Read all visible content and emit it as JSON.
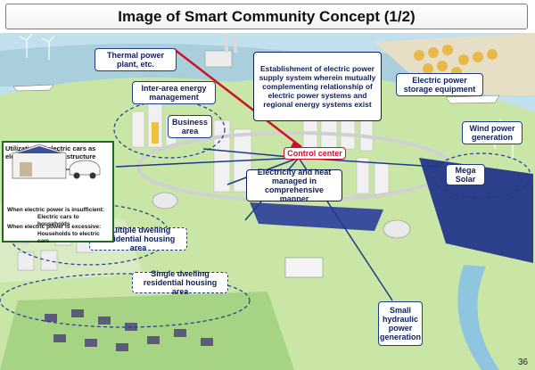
{
  "title": "Image of Smart Community Concept (1/2)",
  "labels": {
    "thermal": "Thermal power\nplant, etc.",
    "inter_area": "Inter-area energy\nmanagement",
    "establishment": "Establishment of electric power\nsupply system wherein mutually\ncomplementing relationship of\nelectric power systems and\nregional energy systems exist",
    "storage": "Electric power\nstorage equipment",
    "business": "Business\narea",
    "wind": "Wind power\ngeneration",
    "control": "Control center",
    "mega_solar": "Mega\nSolar",
    "managed": "Electricity and heat\nmanaged in\ncomprehensive manner",
    "multi_dwelling": "Multiple dwelling\nresidential housing area",
    "single_dwelling": "Single dwelling\nresidential housing area",
    "small_hydro": "Small\nhydraulic\npower\ngeneration"
  },
  "cars": {
    "title": "Utilization of electric cars as\nelectric power infrastructure",
    "line1": "When electric power is insufficient:",
    "line2": "Electric cars to households",
    "line3": "When electric power is excessive:",
    "line4": "Households to electric cars"
  },
  "page_number": "36",
  "colors": {
    "sea": "#bfe0ec",
    "land": "#c9e6a6",
    "label_border": "#1f3a8a",
    "accent_red": "#d0102a",
    "box_green": "#1c6b1c"
  }
}
